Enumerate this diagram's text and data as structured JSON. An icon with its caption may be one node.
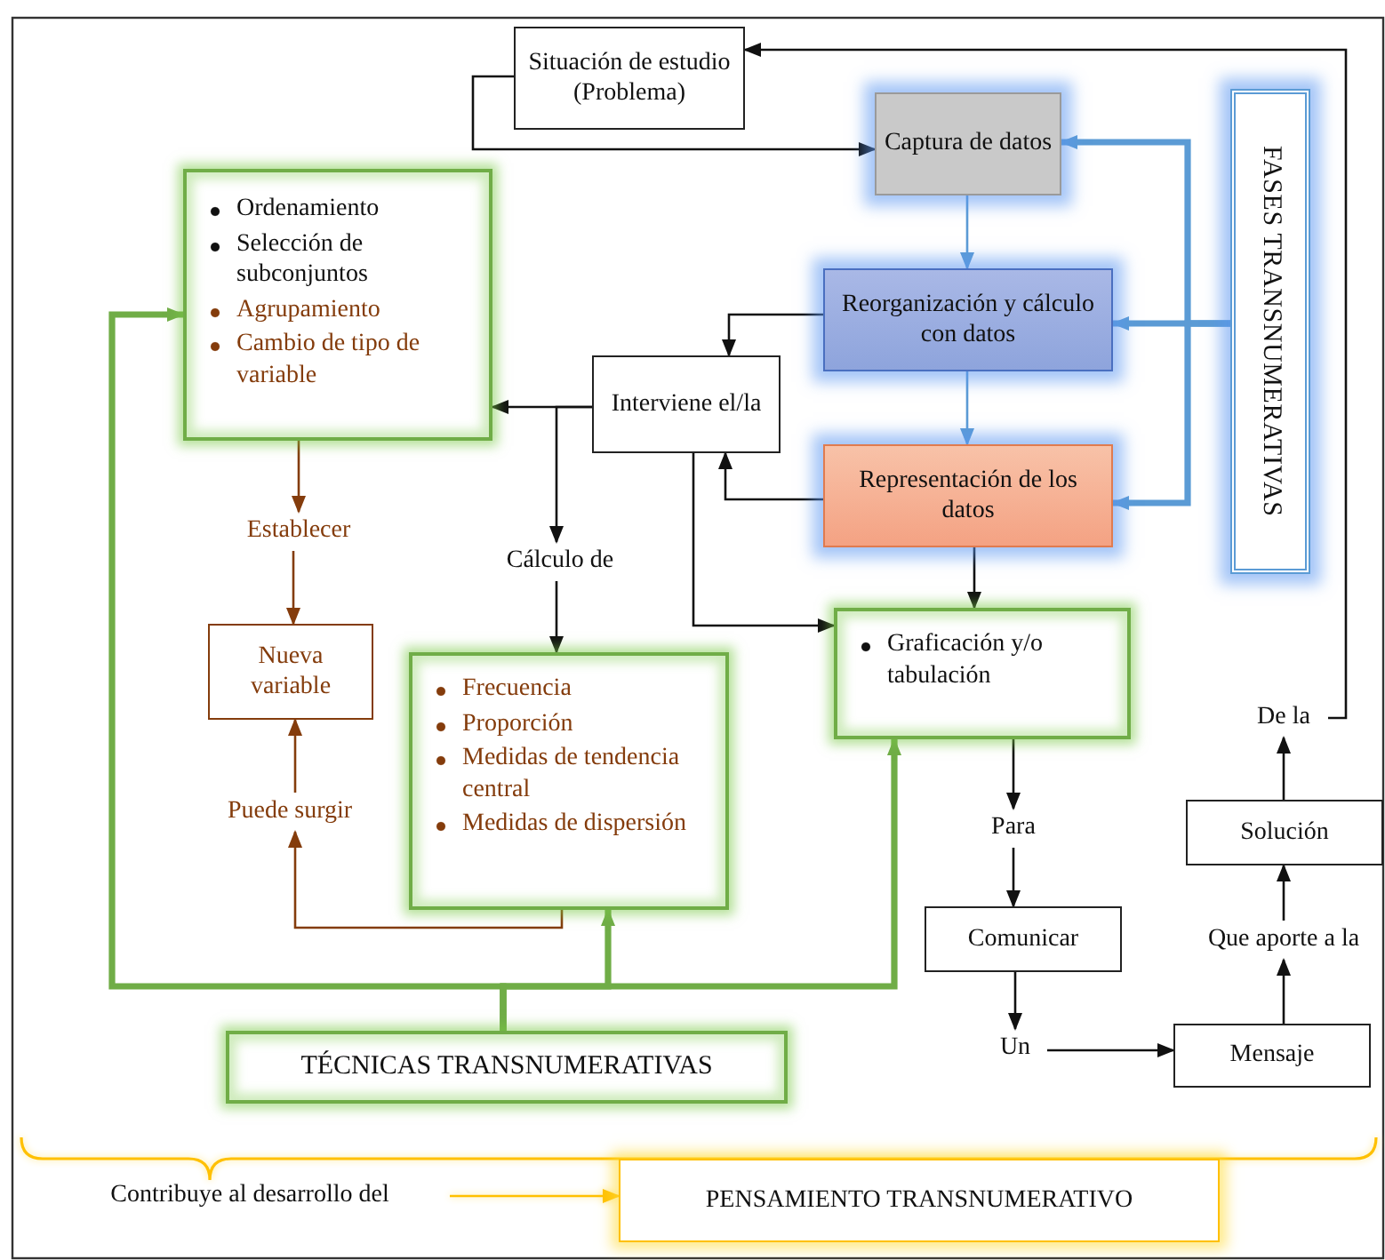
{
  "diagram": {
    "nodes": [
      {
        "text": [
          "Situación de estudio (Problema)"
        ]
      },
      {
        "text": [
          "Captura de datos"
        ]
      },
      {
        "text": [
          "Reorganización y cálculo con datos"
        ]
      },
      {
        "text": [
          "Representación de los datos"
        ]
      },
      {
        "text": [
          "FASES TRANSNUMERATIVAS"
        ]
      },
      {
        "text": [
          "Interviene el/la"
        ]
      },
      {
        "text": [
          "Ordenamiento",
          "Selección de subconjuntos",
          "Agrupamiento",
          "Cambio de tipo de variable"
        ]
      },
      {
        "text": [
          "Establecer"
        ]
      },
      {
        "text": [
          "Nueva variable"
        ]
      },
      {
        "text": [
          "Puede surgir"
        ]
      },
      {
        "text": [
          "Cálculo de"
        ]
      },
      {
        "text": [
          "Frecuencia",
          "Proporción",
          "Medidas de tendencia central",
          "Medidas de dispersión"
        ]
      },
      {
        "text": [
          "Graficación y/o tabulación"
        ]
      },
      {
        "text": [
          "Para"
        ]
      },
      {
        "text": [
          "Comunicar"
        ]
      },
      {
        "text": [
          "Un"
        ]
      },
      {
        "text": [
          "Mensaje"
        ]
      },
      {
        "text": [
          "Que aporte a la"
        ]
      },
      {
        "text": [
          "Solución"
        ]
      },
      {
        "text": [
          "De la"
        ]
      },
      {
        "text": [
          "TÉCNICAS TRANSNUMERATIVAS"
        ]
      },
      {
        "text": [
          "Contribuye al desarrollo del"
        ]
      },
      {
        "text": [
          "PENSAMIENTO TRANSNUMERATIVO"
        ]
      }
    ],
    "edges": [
      {
        "from": 0,
        "to": 1,
        "arrow": "to"
      },
      {
        "from": 19,
        "to": 0,
        "arrow": "to"
      },
      {
        "from": 1,
        "to": 2,
        "arrow": "to",
        "color": "#5b9bd5"
      },
      {
        "from": 2,
        "to": 3,
        "arrow": "to",
        "color": "#5b9bd5"
      },
      {
        "from": 4,
        "to": 1,
        "arrow": "to",
        "style": "thick",
        "color": "#5b9bd5"
      },
      {
        "from": 4,
        "to": 2,
        "arrow": "to",
        "style": "thick",
        "color": "#5b9bd5"
      },
      {
        "from": 4,
        "to": 3,
        "arrow": "to",
        "style": "thick",
        "color": "#5b9bd5"
      },
      {
        "from": 2,
        "to": 5,
        "arrow": "to"
      },
      {
        "from": 3,
        "to": 5,
        "arrow": "to"
      },
      {
        "from": 5,
        "to": 6,
        "arrow": "to"
      },
      {
        "from": 5,
        "to": 10,
        "arrow": "to"
      },
      {
        "from": 10,
        "to": 11,
        "arrow": "to"
      },
      {
        "from": 5,
        "to": 12,
        "arrow": "to"
      },
      {
        "from": 3,
        "to": 12,
        "arrow": "to"
      },
      {
        "from": 6,
        "to": 7,
        "arrow": "to",
        "color": "#843c0c"
      },
      {
        "from": 7,
        "to": 8,
        "arrow": "to",
        "color": "#843c0c"
      },
      {
        "from": 11,
        "to": 9,
        "arrow": "to",
        "color": "#843c0c"
      },
      {
        "from": 9,
        "to": 8,
        "arrow": "to",
        "color": "#843c0c"
      },
      {
        "from": 12,
        "to": 13,
        "arrow": "to"
      },
      {
        "from": 13,
        "to": 14,
        "arrow": "to"
      },
      {
        "from": 14,
        "to": 15,
        "arrow": "to"
      },
      {
        "from": 15,
        "to": 16,
        "arrow": "to"
      },
      {
        "from": 16,
        "to": 17,
        "arrow": "to"
      },
      {
        "from": 17,
        "to": 18,
        "arrow": "to"
      },
      {
        "from": 18,
        "to": 19,
        "arrow": "to"
      },
      {
        "from": 20,
        "to": 6,
        "arrow": "to",
        "style": "thick",
        "color": "#70ad47"
      },
      {
        "from": 20,
        "to": 11,
        "arrow": "to",
        "style": "thick",
        "color": "#70ad47"
      },
      {
        "from": 20,
        "to": 12,
        "arrow": "to",
        "style": "thick",
        "color": "#70ad47"
      },
      {
        "from": 21,
        "to": 22,
        "arrow": "to",
        "color": "#ffc000"
      }
    ]
  }
}
